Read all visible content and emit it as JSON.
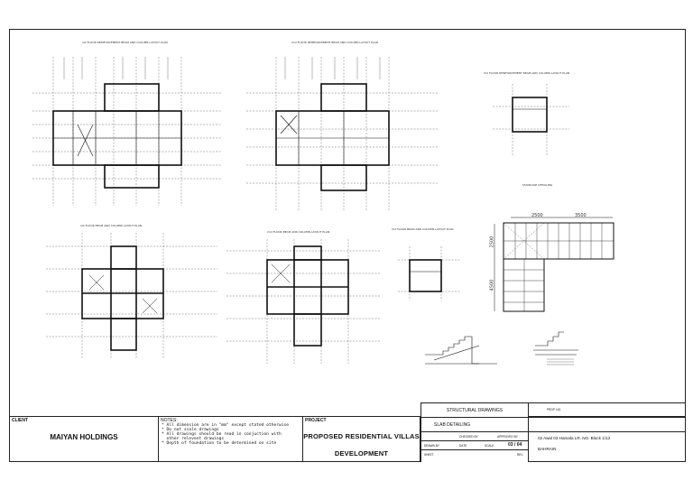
{
  "plans": {
    "p1_title": "1st FLOOR REINFORCEMENT BEAM AND COLUMN LAYOUT PLAN",
    "p2_title": "2nd FLOOR REINFORCEMENT BEAM AND COLUMN LAYOUT PLAN",
    "p3_title": "3rd FLOOR REINFORCEMENT BEAM AND COLUMN LAYOUT PLAN",
    "p4_title": "1st FLOOR BEAM AND COLUMN LAYOUT PLAN",
    "p5_title": "2nd FLOOR BEAM AND COLUMN LAYOUT PLAN",
    "p6_title": "3rd FLOOR BEAM AND COLUMN LAYOUT PLAN",
    "stair_title": "STAIRCASE DETAILING",
    "dim_top_1": "2500",
    "dim_top_2": "3500",
    "dim_left_1": "2500",
    "dim_left_2": "4500"
  },
  "title_block": {
    "client_label": "CLIENT",
    "client_name": "MAIYAN HOLDINGS",
    "notes_label": "NOTES:",
    "notes": [
      "* All dimension are in \"mm\" except stated otherwise",
      "* Do not scale drawings",
      "* All drawings should be read in conjuction with",
      "  other relevent drawings",
      "* Depth of foundation to be determined on site"
    ],
    "project_label": "PROJECT",
    "project_line1": "PROPOSED RESIDENTIAL VILLAS",
    "project_line2": "DEVELOPMENT",
    "sheet_type": "STRUCTURAL DRAWINGS",
    "sheet_title": "SLAB DETAILING",
    "drawn_label": "DRAWN BY",
    "checked_label": "CHECKED BY",
    "approved_label": "APPROVED BY",
    "scale_label": "SCALE",
    "date_label": "DATE",
    "sheet_label": "SHEET",
    "rev_label": "REV",
    "drawing_no": "03 / 04",
    "prop_label": "PROP. NO.",
    "location": "02 Awal 03 Hamala LR. NO. Block 1/13",
    "country": "BAHRAIN"
  }
}
